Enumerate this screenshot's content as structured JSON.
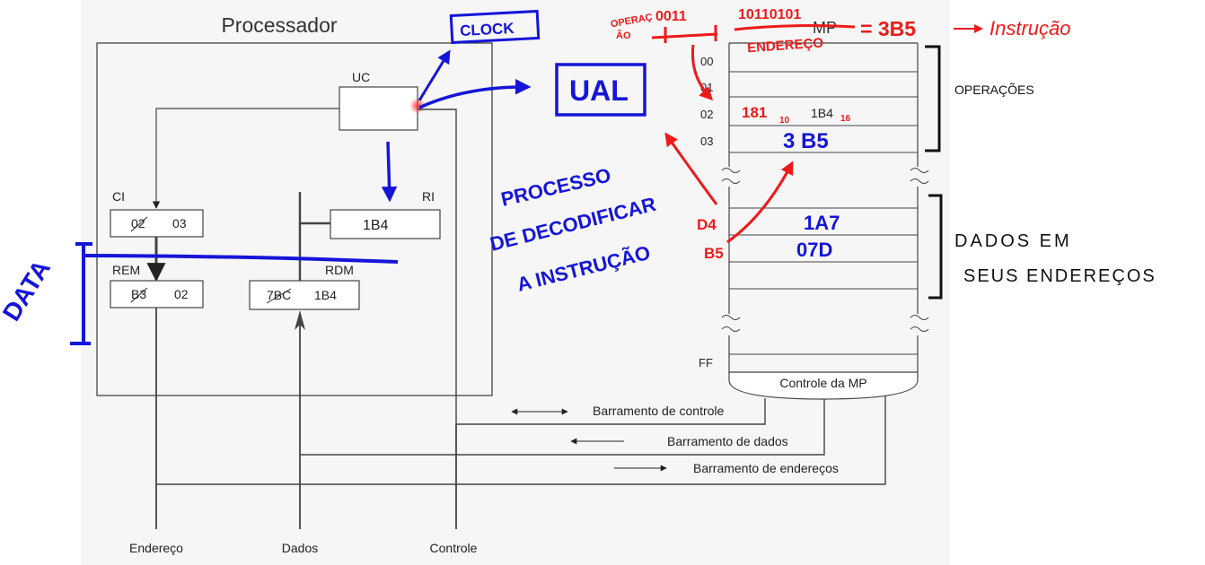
{
  "processor": {
    "title": "Processador",
    "uc_label": "UC",
    "ci_label": "CI",
    "ci_old": "02",
    "ci_value": "03",
    "ri_label": "RI",
    "ri_value": "1B4",
    "rem_label": "REM",
    "rem_old": "B3",
    "rem_value": "02",
    "rdm_label": "RDM",
    "rdm_old": "7BC",
    "rdm_value": "1B4"
  },
  "memory": {
    "label": "MP",
    "addresses": [
      "00",
      "01",
      "02",
      "03",
      "FF"
    ],
    "cell_02_value": "1B4",
    "cell_02_subscript": "16",
    "control_label": "Controle da MP"
  },
  "buses": {
    "control": "Barramento de controle",
    "data": "Barramento de dados",
    "address": "Barramento de endereços"
  },
  "bottom_labels": {
    "address": "Endereço",
    "data": "Dados",
    "control": "Controle"
  },
  "annotations": {
    "clock": "CLOCK",
    "ual": "UAL",
    "data_side": "DATA",
    "process_line1": "PROCESSO",
    "process_line2": "DE DECODIFICAR",
    "process_line3": "A INSTRUÇÃO",
    "operacao_line1": "OPERAÇ",
    "operacao_line2": "ÃO",
    "opcode_bits": "0011",
    "address_bits": "10110101",
    "endereco": "ENDEREÇO",
    "equals_result": "= 3B5",
    "instrucao": "Instrução",
    "cell_02_red": "181",
    "cell_02_red_sub": "10",
    "cell_03_value": "3 B5",
    "operacoes": "OPERAÇÕES",
    "addr_d4": "D4",
    "addr_b5": "B5",
    "cell_d4_value": "1A7",
    "cell_b5_value": "07D",
    "dados_em_line1": "DADOS EM",
    "dados_em_line2": "SEUS ENDEREÇOS"
  }
}
